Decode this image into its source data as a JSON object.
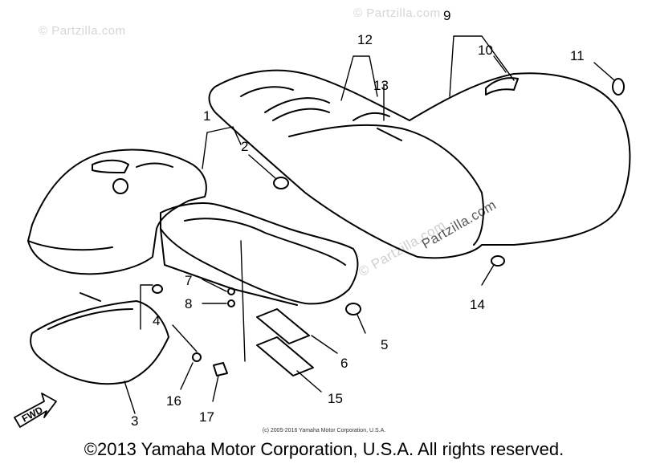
{
  "watermarks": {
    "top_left": "© Partzilla.com",
    "top_center": "© Partzilla.com",
    "center": "© Partzilla.com",
    "right": "Partzilla.com"
  },
  "callouts": [
    "1",
    "2",
    "3",
    "4",
    "5",
    "6",
    "7",
    "8",
    "9",
    "10",
    "11",
    "12",
    "13",
    "14",
    "15",
    "16",
    "17"
  ],
  "fwd_label": "FWD",
  "copyright_small": "(c) 2005-2016 Yamaha Motor Corporation, U.S.A.",
  "copyright_main": "©2013 Yamaha Motor Corporation, U.S.A. All rights reserved."
}
